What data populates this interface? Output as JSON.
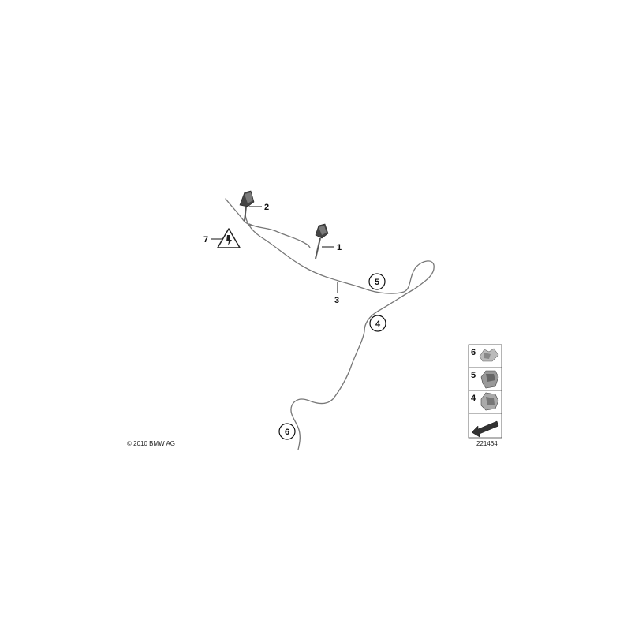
{
  "callouts": {
    "c1": "1",
    "c2": "2",
    "c3": "3",
    "c7": "7"
  },
  "circled": {
    "c4": "4",
    "c5": "5",
    "c6": "6"
  },
  "legend": {
    "items": [
      {
        "number": "6",
        "icon": "clip-icon"
      },
      {
        "number": "5",
        "icon": "holder-icon"
      },
      {
        "number": "4",
        "icon": "grommet-icon"
      }
    ],
    "arrow_icon": "direction-arrow-icon"
  },
  "diagram_id": "221464",
  "copyright": "© 2010 BMW AG"
}
